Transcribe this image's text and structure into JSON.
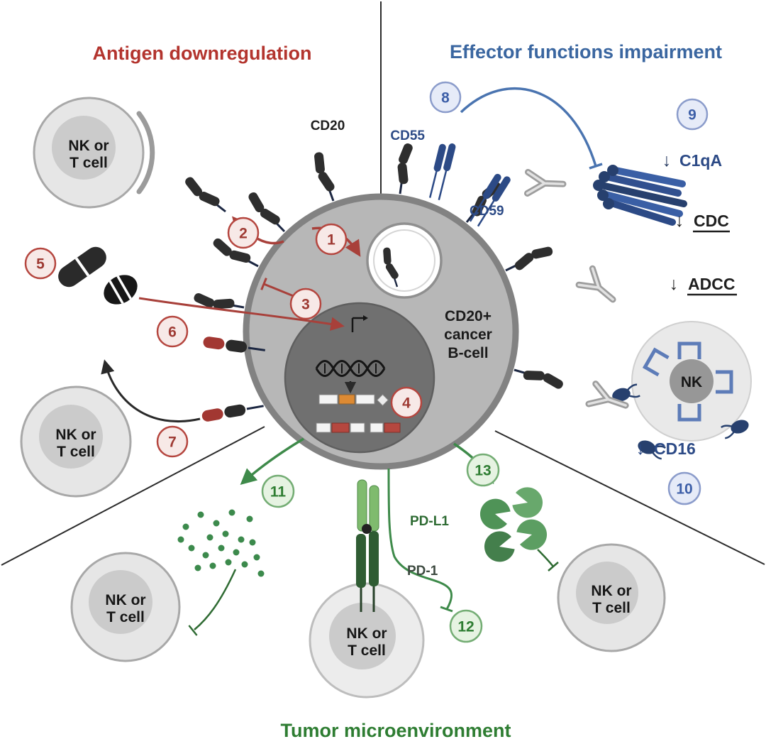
{
  "titles": {
    "antigen": "Antigen downregulation",
    "effector": "Effector functions impairment",
    "tumor": "Tumor microenvironment"
  },
  "cell_label": {
    "line1": "CD20+",
    "line2": "cancer",
    "line3": "B-cell"
  },
  "labels": {
    "cd20": "CD20",
    "cd55": "CD55",
    "cd59": "CD59",
    "c1qa": "C1qA",
    "cdc": "CDC",
    "adcc": "ADCC",
    "cd16": "CD16",
    "pdl1": "PD-L1",
    "pd1": "PD-1",
    "nk": "NK",
    "nk_or": "NK or",
    "t_cell": "T cell",
    "down": "↓"
  },
  "badges": {
    "b1": "1",
    "b2": "2",
    "b3": "3",
    "b4": "4",
    "b5": "5",
    "b6": "6",
    "b7": "7",
    "b8": "8",
    "b9": "9",
    "b10": "10",
    "b11": "11",
    "b12": "12",
    "b13": "13"
  },
  "colors": {
    "red_accent": "#b3342e",
    "blue_accent": "#3a66a0",
    "green_accent": "#2e7d32"
  }
}
